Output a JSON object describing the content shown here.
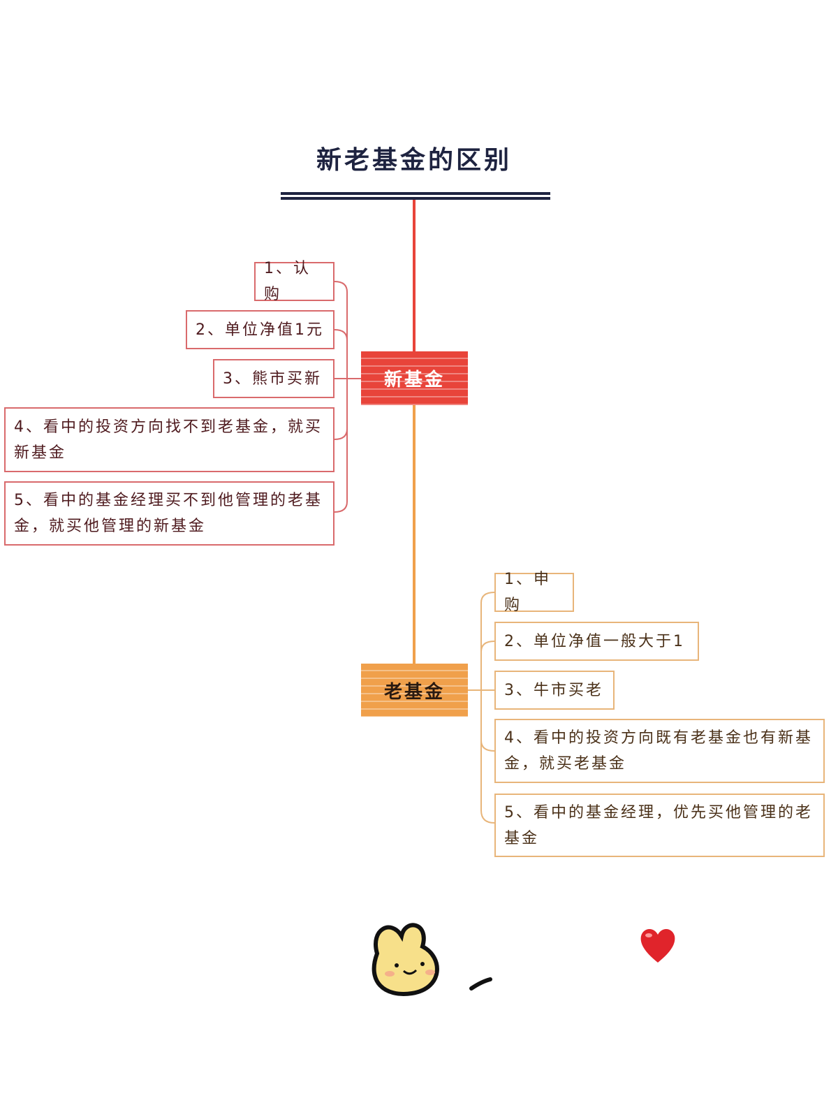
{
  "title": "新老基金的区别",
  "colors": {
    "title": "#1e2340",
    "new_branch": "#e8443a",
    "old_branch": "#f0a04b"
  },
  "new_fund": {
    "label": "新基金",
    "items": [
      "1、认购",
      "2、单位净值1元",
      "3、熊市买新",
      "4、看中的投资方向找不到老基金，就买新基金",
      "5、看中的基金经理买不到他管理的老基金，就买他管理的新基金"
    ]
  },
  "old_fund": {
    "label": "老基金",
    "items": [
      "1、申购",
      "2、单位净值一般大于1",
      "3、牛市买老",
      "4、看中的投资方向既有老基金也有新基金，就买老基金",
      "5、看中的基金经理，优先买他管理的老基金"
    ]
  },
  "stickers": [
    "bunny-sticker",
    "heart-sticker"
  ]
}
